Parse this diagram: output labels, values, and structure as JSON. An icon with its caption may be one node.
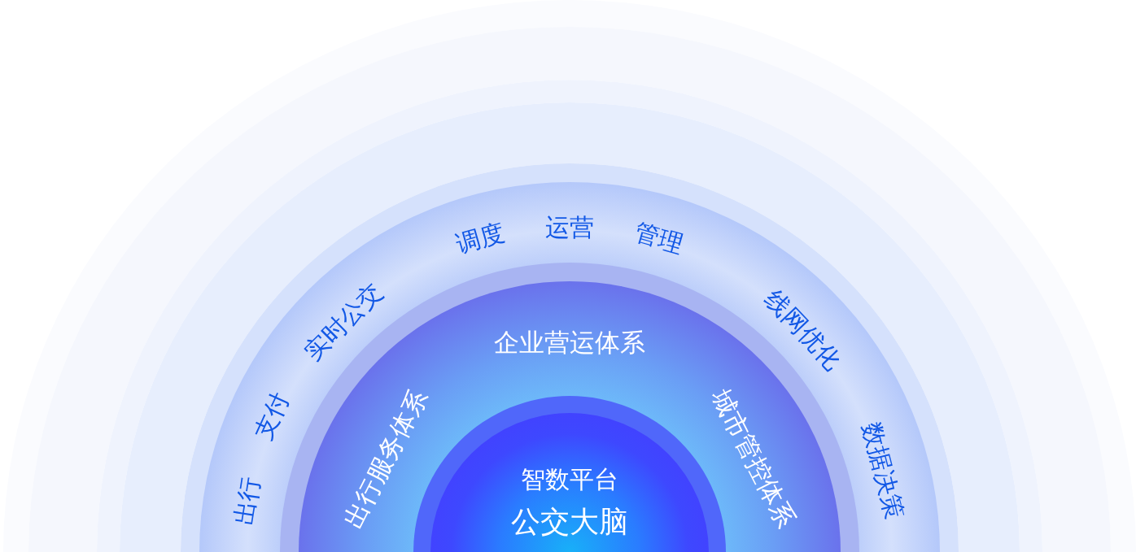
{
  "diagram": {
    "nodes": [
      {
        "text": [
          "出行",
          "支付",
          "实时公交",
          "调度",
          "运营",
          "管理",
          "线网优化",
          "数据决策"
        ]
      },
      {
        "text": [
          "出行服务体系",
          "企业营运体系",
          "城市管控体系"
        ],
        "in": 0
      },
      {
        "text": [
          "智数平台",
          "公交大脑"
        ],
        "in": 1
      }
    ]
  }
}
